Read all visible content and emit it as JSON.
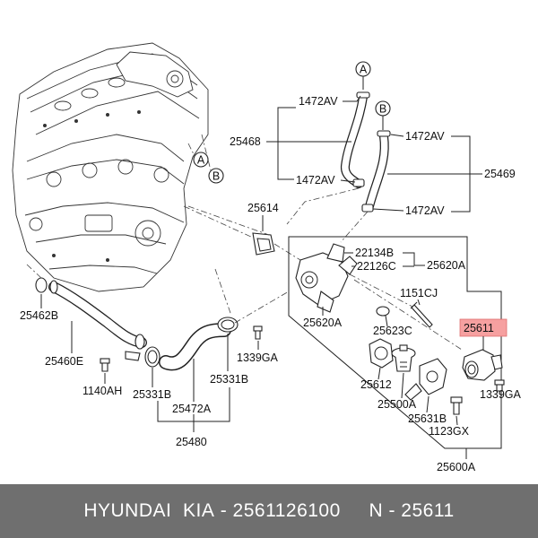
{
  "diagram": {
    "highlight_color": "#f6a0a0",
    "callouts": [
      "A",
      "B"
    ],
    "labels": {
      "hose_clamp_1472av_top": "1472AV",
      "hose_clamp_1472av_right_top": "1472AV",
      "hose_clamp_1472av_left_bottom": "1472AV",
      "hose_clamp_1472av_right_bottom": "1472AV",
      "hose_25468": "25468",
      "hose_25469": "25469",
      "gasket_25614": "25614",
      "part_22134b": "22134B",
      "part_22126c": "22126C",
      "assy_25620a_right": "25620A",
      "assy_25620a_bottom": "25620A",
      "bolt_1151cj": "1151CJ",
      "part_25611": "25611",
      "oring_25623c": "25623C",
      "gasket_25612": "25612",
      "thermostat_25500a": "25500A",
      "part_25631b": "25631B",
      "bolt_1123gx": "1123GX",
      "bolt_1339ga_right": "1339GA",
      "bolt_1339ga_mid": "1339GA",
      "assy_25600a": "25600A",
      "pipe_25462b": "25462B",
      "pipe_25460e": "25460E",
      "bolt_1140ah": "1140AH",
      "clamp_25331b_left": "25331B",
      "clamp_25331b_right": "25331B",
      "hose_25472a": "25472A",
      "assy_25480": "25480"
    }
  },
  "footer": {
    "brand": "HYUNDAI  KIA",
    "separator": " - ",
    "part_number": "2561126100",
    "gap": "     ",
    "ref_prefix": "N - ",
    "ref_number": "25611"
  }
}
